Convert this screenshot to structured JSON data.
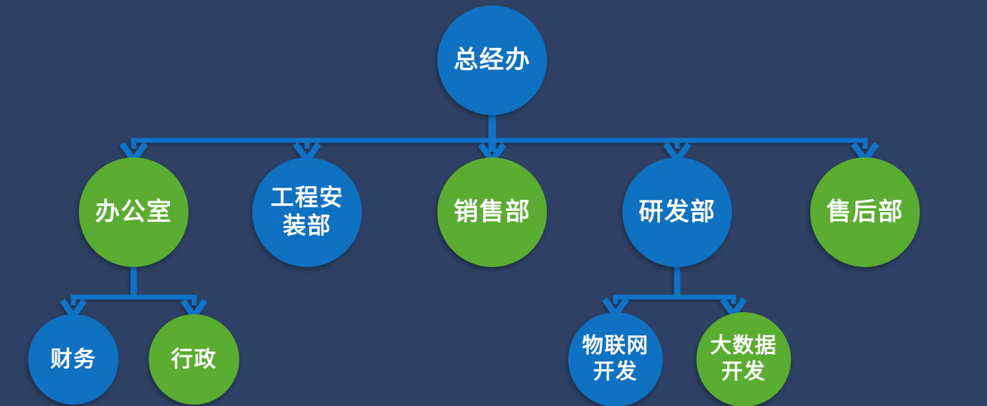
{
  "diagram": {
    "type": "org-chart",
    "nodes": [
      {
        "id": "general-office",
        "label": "总经办",
        "color": "blue",
        "level": 1
      },
      {
        "id": "office",
        "label": "办公室",
        "color": "green",
        "level": 2
      },
      {
        "id": "engineering",
        "label": "工程安\n装部",
        "color": "blue",
        "level": 2
      },
      {
        "id": "sales",
        "label": "销售部",
        "color": "green",
        "level": 2
      },
      {
        "id": "rnd",
        "label": "研发部",
        "color": "blue",
        "level": 2
      },
      {
        "id": "after-sales",
        "label": "售后部",
        "color": "green",
        "level": 2
      },
      {
        "id": "finance",
        "label": "财务",
        "color": "blue",
        "level": 3
      },
      {
        "id": "admin",
        "label": "行政",
        "color": "green",
        "level": 3
      },
      {
        "id": "iot-dev",
        "label": "物联网\n开发",
        "color": "blue",
        "level": 3
      },
      {
        "id": "bigdata-dev",
        "label": "大数据\n开发",
        "color": "green",
        "level": 3
      }
    ],
    "edges": [
      {
        "from": "general-office",
        "to": "office"
      },
      {
        "from": "general-office",
        "to": "engineering"
      },
      {
        "from": "general-office",
        "to": "sales"
      },
      {
        "from": "general-office",
        "to": "rnd"
      },
      {
        "from": "general-office",
        "to": "after-sales"
      },
      {
        "from": "office",
        "to": "finance"
      },
      {
        "from": "office",
        "to": "admin"
      },
      {
        "from": "rnd",
        "to": "iot-dev"
      },
      {
        "from": "rnd",
        "to": "bigdata-dev"
      }
    ],
    "colors": {
      "background": "#2e4164",
      "node_blue": "#0e71c1",
      "node_green": "#5aad31",
      "connector": "#0f74c8",
      "text": "#ffffff"
    }
  }
}
